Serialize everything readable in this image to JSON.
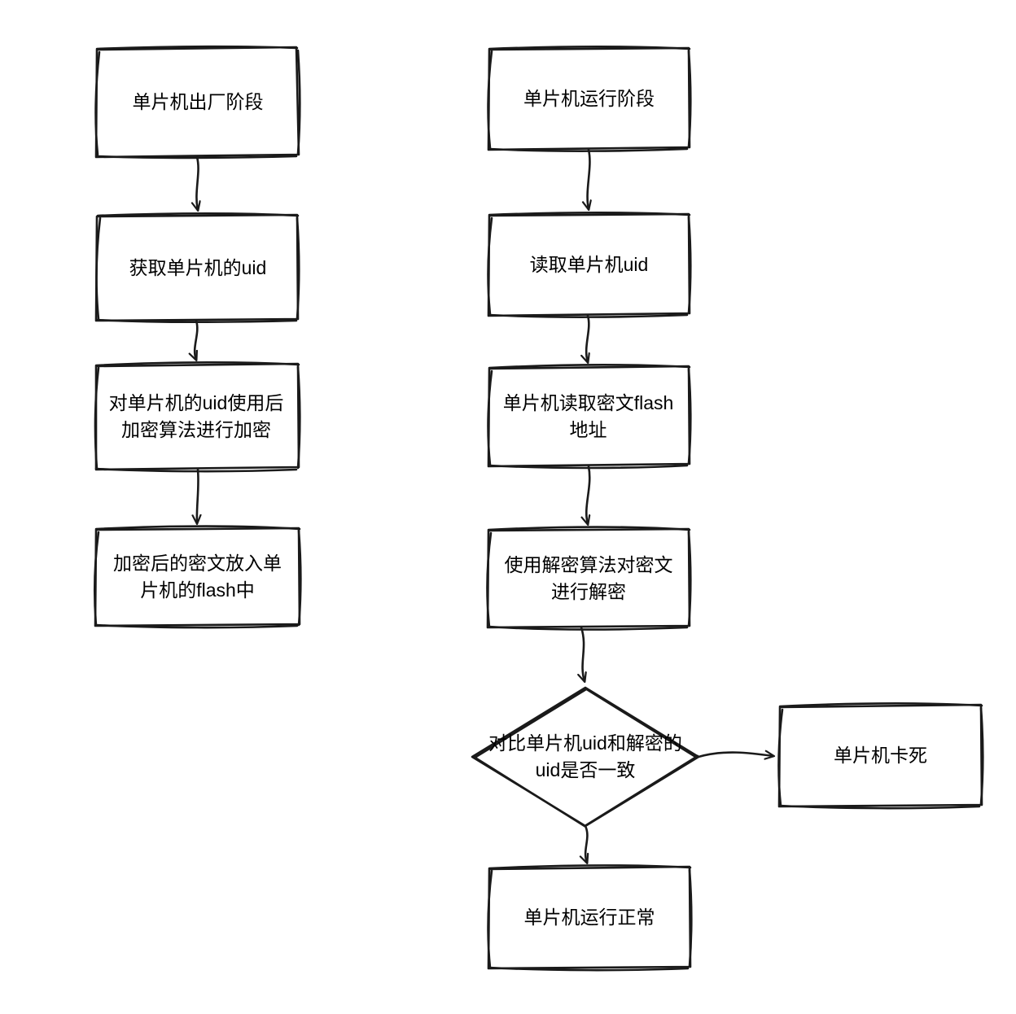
{
  "diagram": {
    "type": "flowchart",
    "style": "hand-drawn-sketch",
    "background_color": "#ffffff",
    "stroke_color": "#1a1a1a",
    "text_color": "#000000",
    "columns": [
      {
        "name": "factory-stage-column",
        "title": "单片机出厂阶段"
      },
      {
        "name": "runtime-stage-column",
        "title": "单片机运行阶段"
      }
    ],
    "nodes": [
      {
        "id": "factory-stage",
        "shape": "rectangle",
        "label": "单片机出厂阶段"
      },
      {
        "id": "get-uid",
        "shape": "rectangle",
        "label": "获取单片机的uid"
      },
      {
        "id": "encrypt-uid",
        "shape": "rectangle",
        "label": "对单片机的uid使用后\n加密算法进行加密"
      },
      {
        "id": "store-ciphertext",
        "shape": "rectangle",
        "label": "加密后的密文放入单\n片机的flash中"
      },
      {
        "id": "runtime-stage",
        "shape": "rectangle",
        "label": "单片机运行阶段"
      },
      {
        "id": "read-uid",
        "shape": "rectangle",
        "label": "读取单片机uid"
      },
      {
        "id": "read-flash-address",
        "shape": "rectangle",
        "label": "单片机读取密文flash\n地址"
      },
      {
        "id": "decrypt-ciphertext",
        "shape": "rectangle",
        "label": "使用解密算法对密文\n进行解密"
      },
      {
        "id": "compare-uid",
        "shape": "diamond",
        "label": "对比单片机uid和解密的\nuid是否一致"
      },
      {
        "id": "mcu-halt",
        "shape": "rectangle",
        "label": "单片机卡死"
      },
      {
        "id": "mcu-normal",
        "shape": "rectangle",
        "label": "单片机运行正常"
      }
    ],
    "edges": [
      {
        "id": "edge-factory-to-getuid",
        "from": "factory-stage",
        "to": "get-uid",
        "label": "",
        "direction": "down"
      },
      {
        "id": "edge-getuid-to-encrypt",
        "from": "get-uid",
        "to": "encrypt-uid",
        "label": "",
        "direction": "down"
      },
      {
        "id": "edge-encrypt-to-store",
        "from": "encrypt-uid",
        "to": "store-ciphertext",
        "label": "",
        "direction": "down"
      },
      {
        "id": "edge-runtime-to-readuid",
        "from": "runtime-stage",
        "to": "read-uid",
        "label": "",
        "direction": "down"
      },
      {
        "id": "edge-readuid-to-flash",
        "from": "read-uid",
        "to": "read-flash-address",
        "label": "",
        "direction": "down"
      },
      {
        "id": "edge-flash-to-decrypt",
        "from": "read-flash-address",
        "to": "decrypt-ciphertext",
        "label": "",
        "direction": "down"
      },
      {
        "id": "edge-decrypt-to-compare",
        "from": "decrypt-ciphertext",
        "to": "compare-uid",
        "label": "",
        "direction": "down"
      },
      {
        "id": "edge-compare-to-halt",
        "from": "compare-uid",
        "to": "mcu-halt",
        "label": "",
        "direction": "right"
      },
      {
        "id": "edge-compare-to-normal",
        "from": "compare-uid",
        "to": "mcu-normal",
        "label": "",
        "direction": "down"
      }
    ]
  }
}
